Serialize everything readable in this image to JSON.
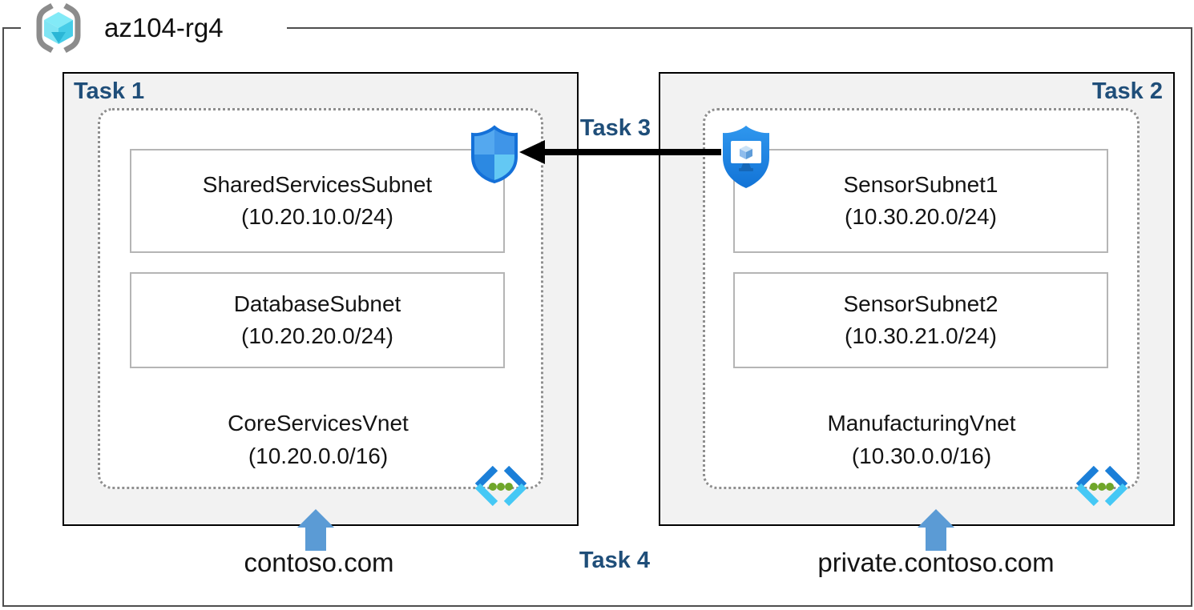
{
  "resource_group": {
    "name": "az104-rg4"
  },
  "tasks": {
    "task1": {
      "label": "Task 1"
    },
    "task2": {
      "label": "Task 2"
    },
    "task3": {
      "label": "Task 3"
    },
    "task4": {
      "label": "Task 4"
    }
  },
  "vnet1": {
    "name": "CoreServicesVnet",
    "cidr": "(10.20.0.0/16)",
    "subnets": [
      {
        "name": "SharedServicesSubnet",
        "cidr": "(10.20.10.0/24)"
      },
      {
        "name": "DatabaseSubnet",
        "cidr": "(10.20.20.0/24)"
      }
    ],
    "dns_zone": "contoso.com"
  },
  "vnet2": {
    "name": "ManufacturingVnet",
    "cidr": "(10.30.0.0/16)",
    "subnets": [
      {
        "name": "SensorSubnet1",
        "cidr": "(10.30.20.0/24)"
      },
      {
        "name": "SensorSubnet2",
        "cidr": "(10.30.21.0/24)"
      }
    ],
    "dns_zone": "private.contoso.com"
  },
  "icons": {
    "resource_group": "resource-group-brackets-cube",
    "nsg_shield": "network-security-group-shield",
    "bastion_shield_monitor": "shield-with-monitor",
    "virtual_network": "vnet-chevrons-dots",
    "up_arrow": "blue-up-arrow",
    "peering_arrow": "black-left-arrow"
  },
  "colors": {
    "task_label_navy": "#1F4E79",
    "box_fill": "#F2F2F2",
    "box_border": "#000000",
    "frame_border": "#4E4E4E",
    "dashed_border": "#8F8F8F",
    "subnet_border": "#B5B5B5",
    "up_arrow_blue": "#5B9BD5",
    "vnet_dark_blue": "#1B7FD8",
    "vnet_cyan": "#45C8F5",
    "vnet_green_dot": "#6FA62A",
    "rg_cube_cyan": "#52D7EF",
    "shield_blue": "#1E88DD"
  }
}
